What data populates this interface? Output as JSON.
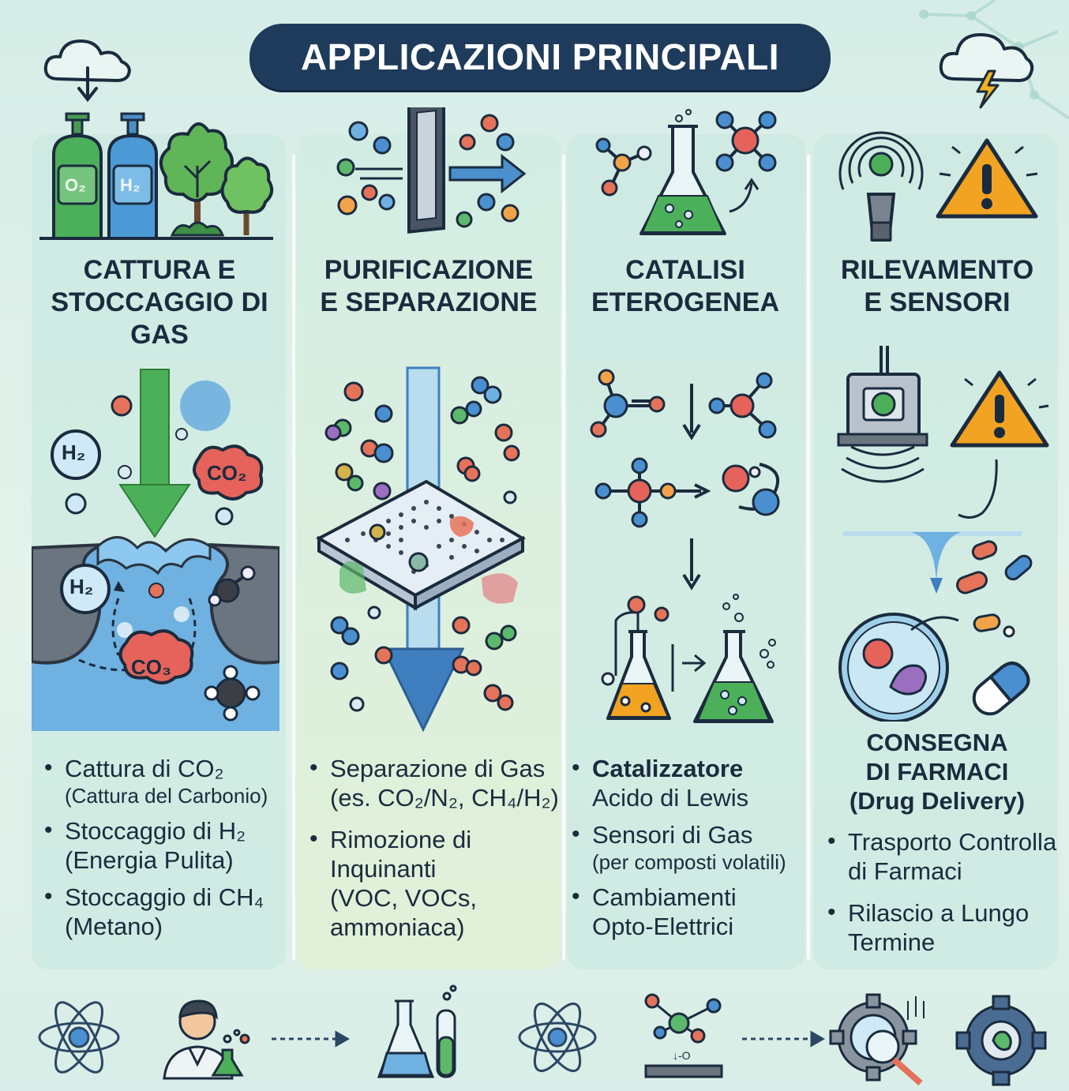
{
  "title": "APPLICAZIONI PRINCIPALI",
  "columns": [
    {
      "heading": [
        "CATTURA E",
        "STOCCAGGIO DI",
        "GAS"
      ],
      "top_labels": [
        "O₂",
        "H₂"
      ],
      "diagram_labels": [
        "H₂",
        "CO₂",
        "H₂",
        "CO₃"
      ],
      "bullets": [
        {
          "main": "Cattura di CO₂",
          "sub": "(Cattura del Carbonio)"
        },
        {
          "main": "Stoccaggio di H₂",
          "sub": "(Energia Pulita)"
        },
        {
          "main": "Stoccaggio di CH₄",
          "sub": "(Metano)"
        }
      ]
    },
    {
      "heading": [
        "PURIFICAZIONE",
        "E SEPARAZIONE"
      ],
      "bullets": [
        {
          "lines": [
            "Separazione di Gas",
            "(es. CO₂/N₂, CH₄/H₂)"
          ]
        },
        {
          "lines": [
            "Rimozione di",
            "Inquinanti",
            "(VOC, VOCs,",
            "ammoniaca)"
          ]
        }
      ]
    },
    {
      "heading": [
        "CATALISI",
        "ETEROGENEA"
      ],
      "bullets": [
        {
          "main": "Catalizzatore",
          "sub": "Acido di Lewis"
        },
        {
          "main": "Sensori di Gas",
          "sub": "(per composti volatili)"
        },
        {
          "main": "Cambiamenti",
          "sub": "Opto-Elettrici"
        }
      ]
    },
    {
      "heading": [
        "RILEVAMENTO",
        "E SENSORI"
      ],
      "subheading": [
        "CONSEGNA",
        "DI FARMACI",
        "(Drug Delivery)"
      ],
      "bullets": [
        {
          "lines": [
            "Trasporto Controlla",
            "di Farmaci"
          ]
        },
        {
          "lines": [
            "Rilascio a Lungo",
            "Termine"
          ]
        }
      ]
    }
  ],
  "bottom_icons": [
    "atom-icon",
    "scientist-icon",
    "dashed-arrow-icon",
    "lab-flask-icon",
    "atom-icon",
    "molecule-reaction-icon",
    "dashed-arrow-icon",
    "gear-magnifier-icon",
    "gear-icon"
  ],
  "bottom_labels": [
    "↓-O"
  ],
  "colors": {
    "banner": "#1f3b5c",
    "heading": "#1b2b3e",
    "background": "#d6ede7",
    "green_arrow": "#3e9e4f",
    "blue_arrow": "#3f7fbf",
    "warning": "#f2a322"
  }
}
